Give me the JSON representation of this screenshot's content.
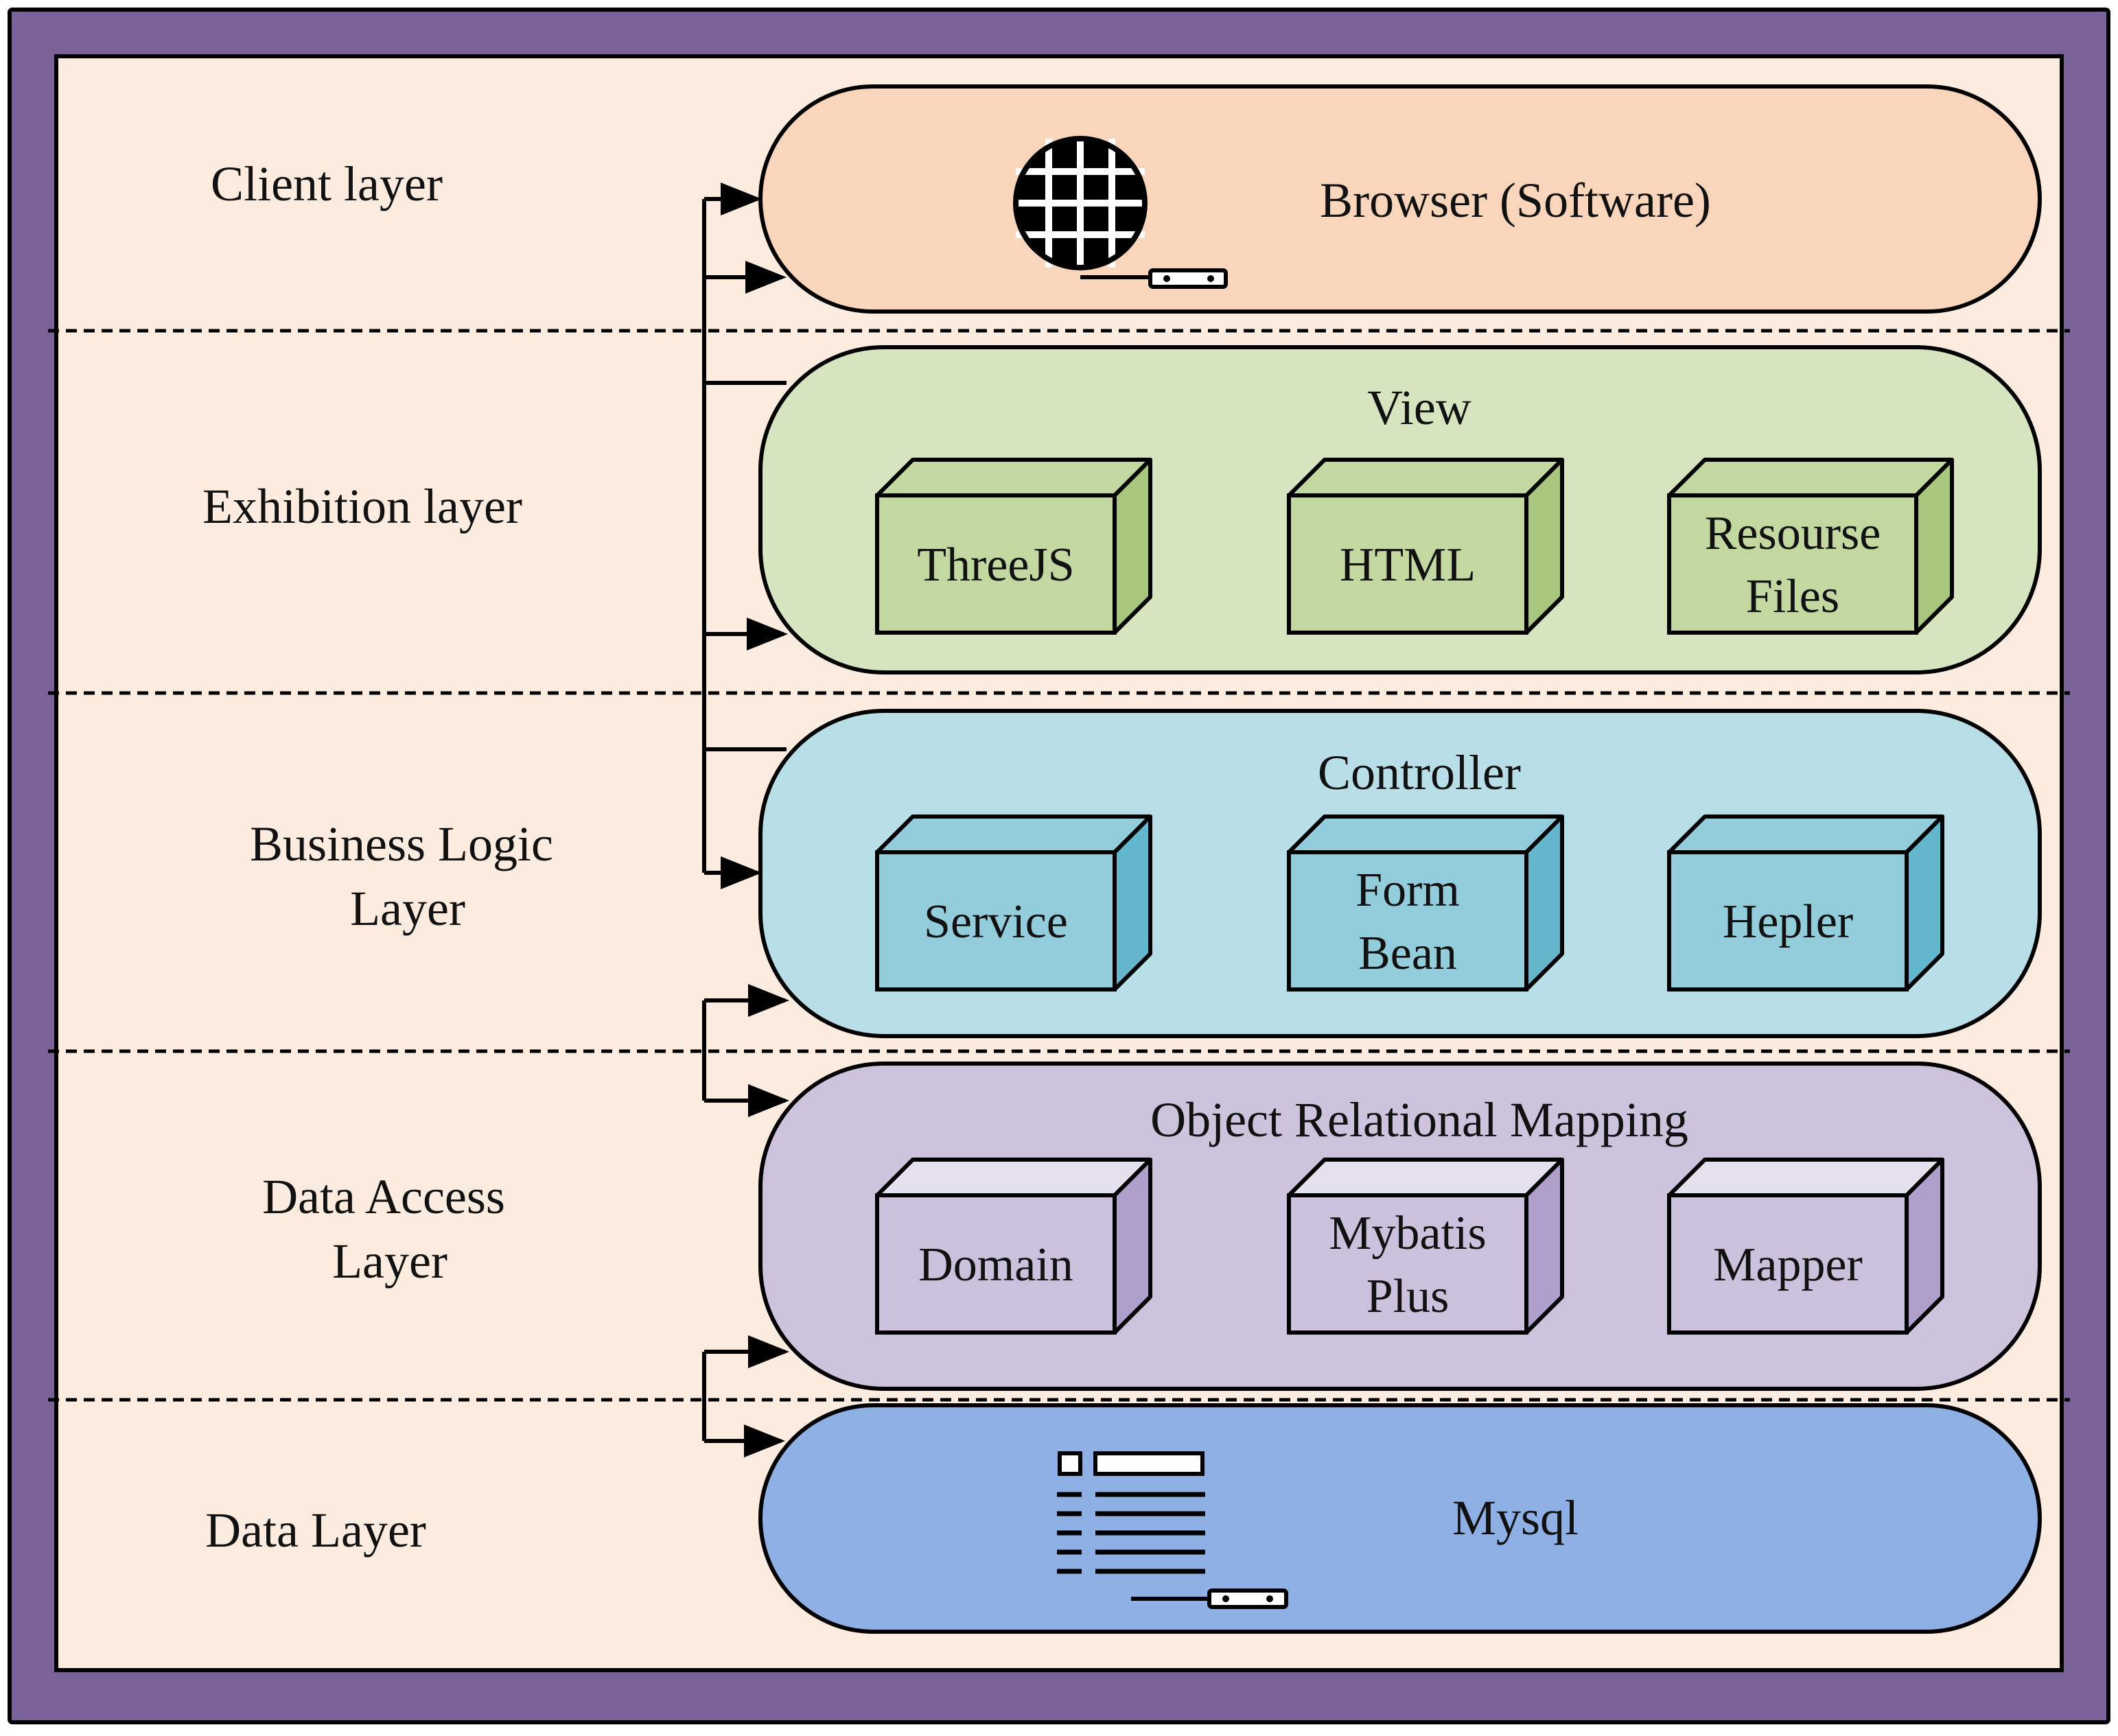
{
  "colors": {
    "frame_outer": "#7A6299",
    "frame_inner": "#FCEBDF",
    "client": "#F9D5BC",
    "exhibition": "#D7E4C0",
    "exhibition_box": "#C3D8A0",
    "exhibition_side": "#A9C67E",
    "business": "#B8DEE8",
    "business_box": "#93CDDC",
    "business_side": "#63B6CC",
    "data_access": "#CDC3DD",
    "data_access_box": "#CBC1DC",
    "data_access_side": "#AEA0CA",
    "data_access_top": "#E4E0EE",
    "data": "#8EB0E4"
  },
  "layers": [
    {
      "lines": [
        "Client layer"
      ]
    },
    {
      "lines": [
        "Exhibition layer"
      ]
    },
    {
      "lines": [
        "Business Logic",
        "Layer"
      ]
    },
    {
      "lines": [
        "Data Access",
        "Layer"
      ]
    },
    {
      "lines": [
        "Data Layer"
      ]
    }
  ],
  "client": {
    "title": "Browser (Software)",
    "icon": "globe-icon"
  },
  "exhibition": {
    "title": "View",
    "components": [
      {
        "lines": [
          "ThreeJS"
        ]
      },
      {
        "lines": [
          "HTML"
        ]
      },
      {
        "lines": [
          "Resourse",
          "Files"
        ]
      }
    ]
  },
  "business": {
    "title": "Controller",
    "components": [
      {
        "lines": [
          "Service"
        ]
      },
      {
        "lines": [
          "Form",
          "Bean"
        ]
      },
      {
        "lines": [
          "Hepler"
        ]
      }
    ]
  },
  "data_access": {
    "title": "Object Relational Mapping",
    "components": [
      {
        "lines": [
          "Domain"
        ]
      },
      {
        "lines": [
          "Mybatis",
          "Plus"
        ]
      },
      {
        "lines": [
          "Mapper"
        ]
      }
    ]
  },
  "data": {
    "title": "Mysql",
    "icon": "database-icon"
  }
}
